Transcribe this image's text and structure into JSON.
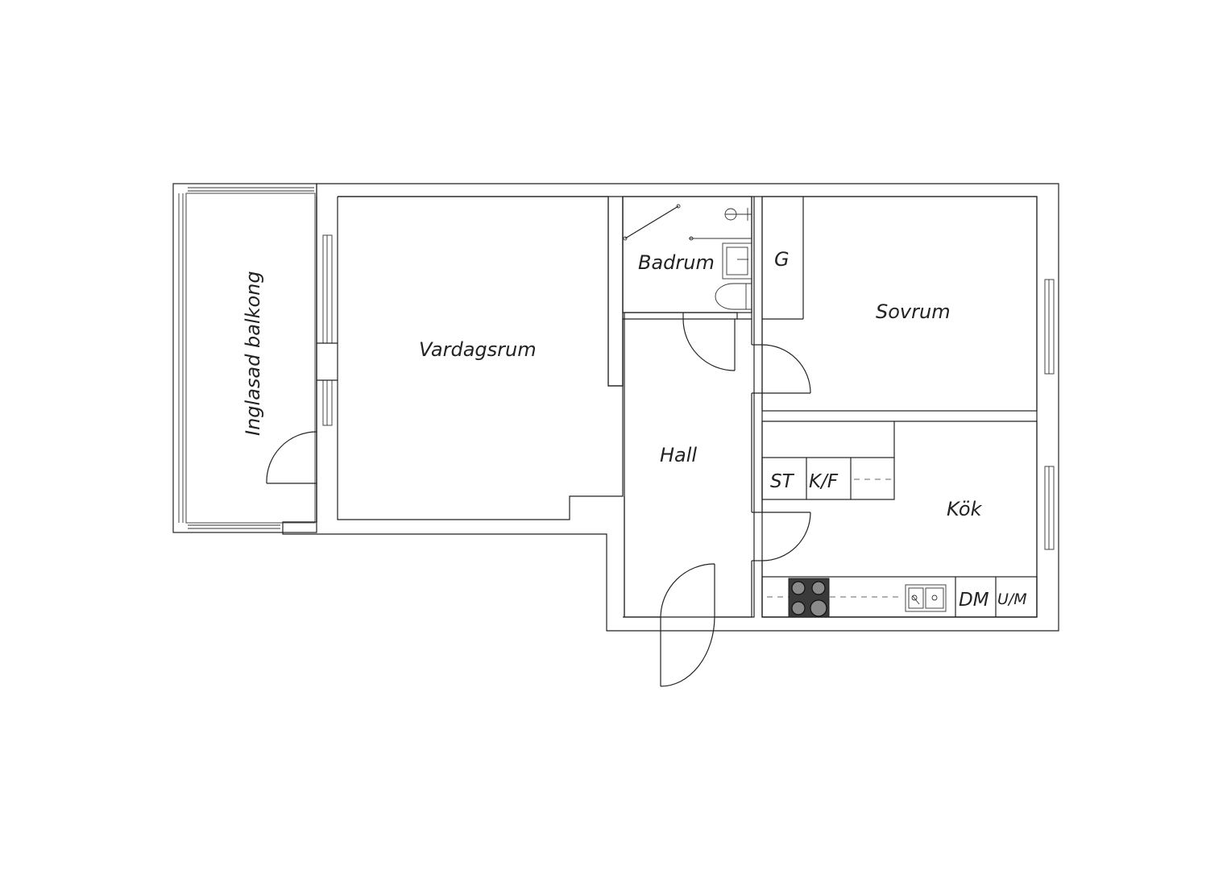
{
  "rooms": {
    "balcony": "Inglasad balkong",
    "living": "Vardagsrum",
    "bathroom": "Badrum",
    "wardrobe": "G",
    "bedroom": "Sovrum",
    "hall": "Hall",
    "kitchen": "Kök"
  },
  "fixtures": {
    "st": "ST",
    "kf": "K/F",
    "dm": "DM",
    "um": "U/M"
  },
  "colors": {
    "line": "#222222",
    "background": "#ffffff",
    "cooktop": "#3a3a3a"
  }
}
